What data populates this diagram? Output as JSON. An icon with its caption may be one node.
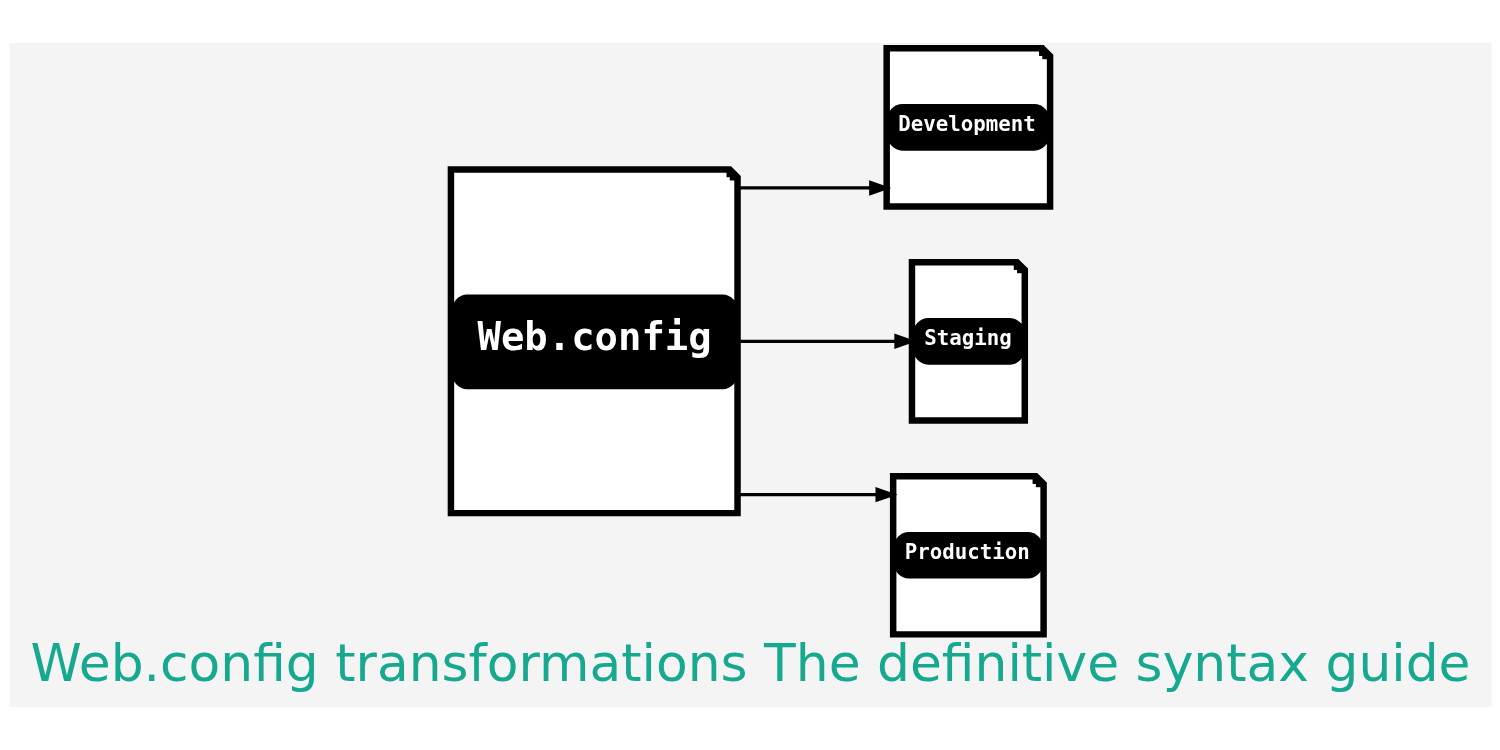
{
  "diagram": {
    "title": "Web.config transformations The definitive syntax guide",
    "nodes": [
      {
        "text": [
          "Web.config"
        ]
      },
      {
        "text": [
          "Development"
        ]
      },
      {
        "text": [
          "Staging"
        ]
      },
      {
        "text": [
          "Production"
        ]
      }
    ],
    "edges": [
      {
        "from": 0,
        "to": 1,
        "arrow": "to"
      },
      {
        "from": 0,
        "to": 2,
        "arrow": "to"
      },
      {
        "from": 0,
        "to": 3,
        "arrow": "to"
      }
    ]
  }
}
